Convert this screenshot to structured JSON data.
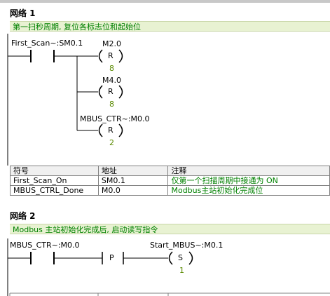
{
  "network1": {
    "title": "网络 1",
    "comment": "第一扫秒周期, 复位各标志位和起始位",
    "contact_label": "First_Scan~:SM0.1",
    "coils": [
      {
        "operand": "M2.0",
        "type": "R",
        "count": "8"
      },
      {
        "operand": "M4.0",
        "type": "R",
        "count": "8"
      },
      {
        "operand": "MBUS_CTR~:M0.0",
        "type": "R",
        "count": "2"
      }
    ],
    "symbol_table": {
      "headers": [
        "符号",
        "地址",
        "注释"
      ],
      "rows": [
        [
          "First_Scan_On",
          "SM0.1",
          "仅第一个扫描周期中接通为 ON"
        ],
        [
          "MBUS_CTRL_Done",
          "M0.0",
          "Modbus主站初始化完成位"
        ]
      ]
    }
  },
  "network2": {
    "title": "网络 2",
    "comment": "Modbus 主站初始化完成后, 启动读写指令",
    "contact_label": "MBUS_CTR~:M0.0",
    "edge_label": "P",
    "coil": {
      "operand": "Start_MBUS~:M0.1",
      "type": "S",
      "count": "1"
    }
  }
}
